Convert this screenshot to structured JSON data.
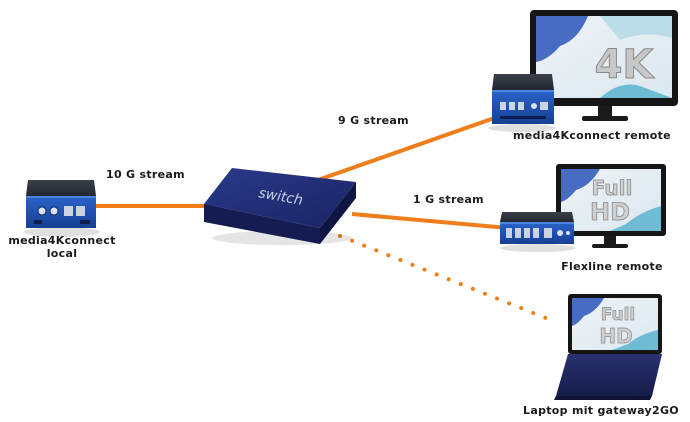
{
  "nodes": {
    "local": {
      "label_line1": "media4Kconnect",
      "label_line2": "local"
    },
    "switch": {
      "label": "switch"
    },
    "remote_4k": {
      "label": "media4Kconnect remote",
      "screen_text": "4K"
    },
    "flexline": {
      "label": "Flexline remote",
      "screen_text_line1": "Full",
      "screen_text_line2": "HD"
    },
    "laptop": {
      "label": "Laptop mit gateway2GO",
      "screen_text_line1": "Full",
      "screen_text_line2": "HD"
    }
  },
  "links": {
    "local_switch": {
      "label": "10 G stream"
    },
    "switch_remote": {
      "label": "9 G stream"
    },
    "switch_flexline": {
      "label": "1 G stream"
    }
  },
  "colors": {
    "link": "#ee7d1a",
    "device_blue": "#1b3d96",
    "switch_navy": "#1e2a6b",
    "monitor_black": "#151515"
  }
}
